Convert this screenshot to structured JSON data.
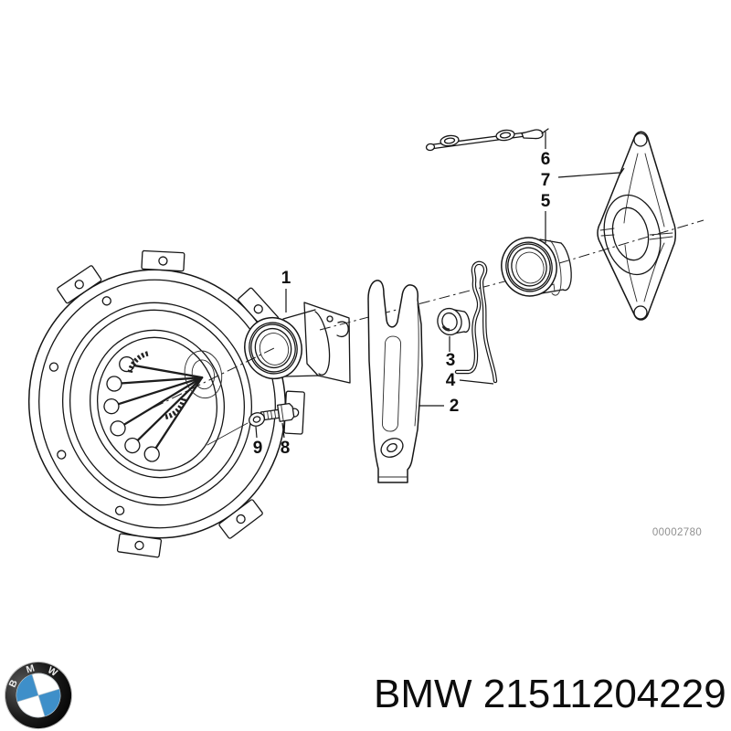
{
  "diagram": {
    "code": "00002780",
    "colors": {
      "code_gray": "#8f8f8f"
    },
    "callouts": {
      "c1": "1",
      "c2": "2",
      "c3": "3",
      "c4": "4",
      "c5": "5",
      "c6": "6",
      "c7": "7",
      "c8": "8",
      "c9": "9"
    }
  },
  "footer": {
    "part_number": "BMW 21511204229",
    "logo_letters": {
      "b": "B",
      "m": "M",
      "w": "W"
    },
    "colors": {
      "roundel_blue": "#3e8fc9"
    }
  }
}
